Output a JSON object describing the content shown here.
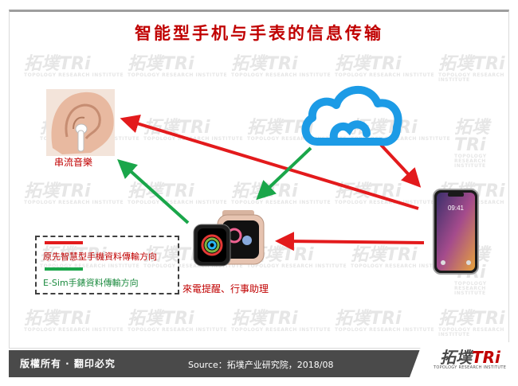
{
  "title": "智能型手机与手表的信息传输",
  "labels": {
    "earbuds": "串流音樂",
    "watch": "來電提醒、行事助理"
  },
  "legend": {
    "red_text": "原先智慧型手機資料傳輸方向",
    "green_text": "E-Sim手錶資料傳輸方向",
    "red_color": "#e31a1c",
    "green_color": "#1aa64a"
  },
  "phone": {
    "time": "09:41"
  },
  "footer": {
    "copyright": "版權所有 · 翻印必究",
    "source": "Source：拓墣产业研究院，2018/08"
  },
  "logo": {
    "main_prefix": "拓墣",
    "main_suffix": "TRi",
    "sub": "TOPOLOGY RESEARCH INSTITUTE"
  },
  "watermark": {
    "main": "拓墣TRi",
    "sub": "TOPOLOGY RESEARCH INSTITUTE"
  },
  "icons": [
    "cloud-icon",
    "earbud-icon",
    "smartwatch-icon",
    "smartphone-icon"
  ]
}
